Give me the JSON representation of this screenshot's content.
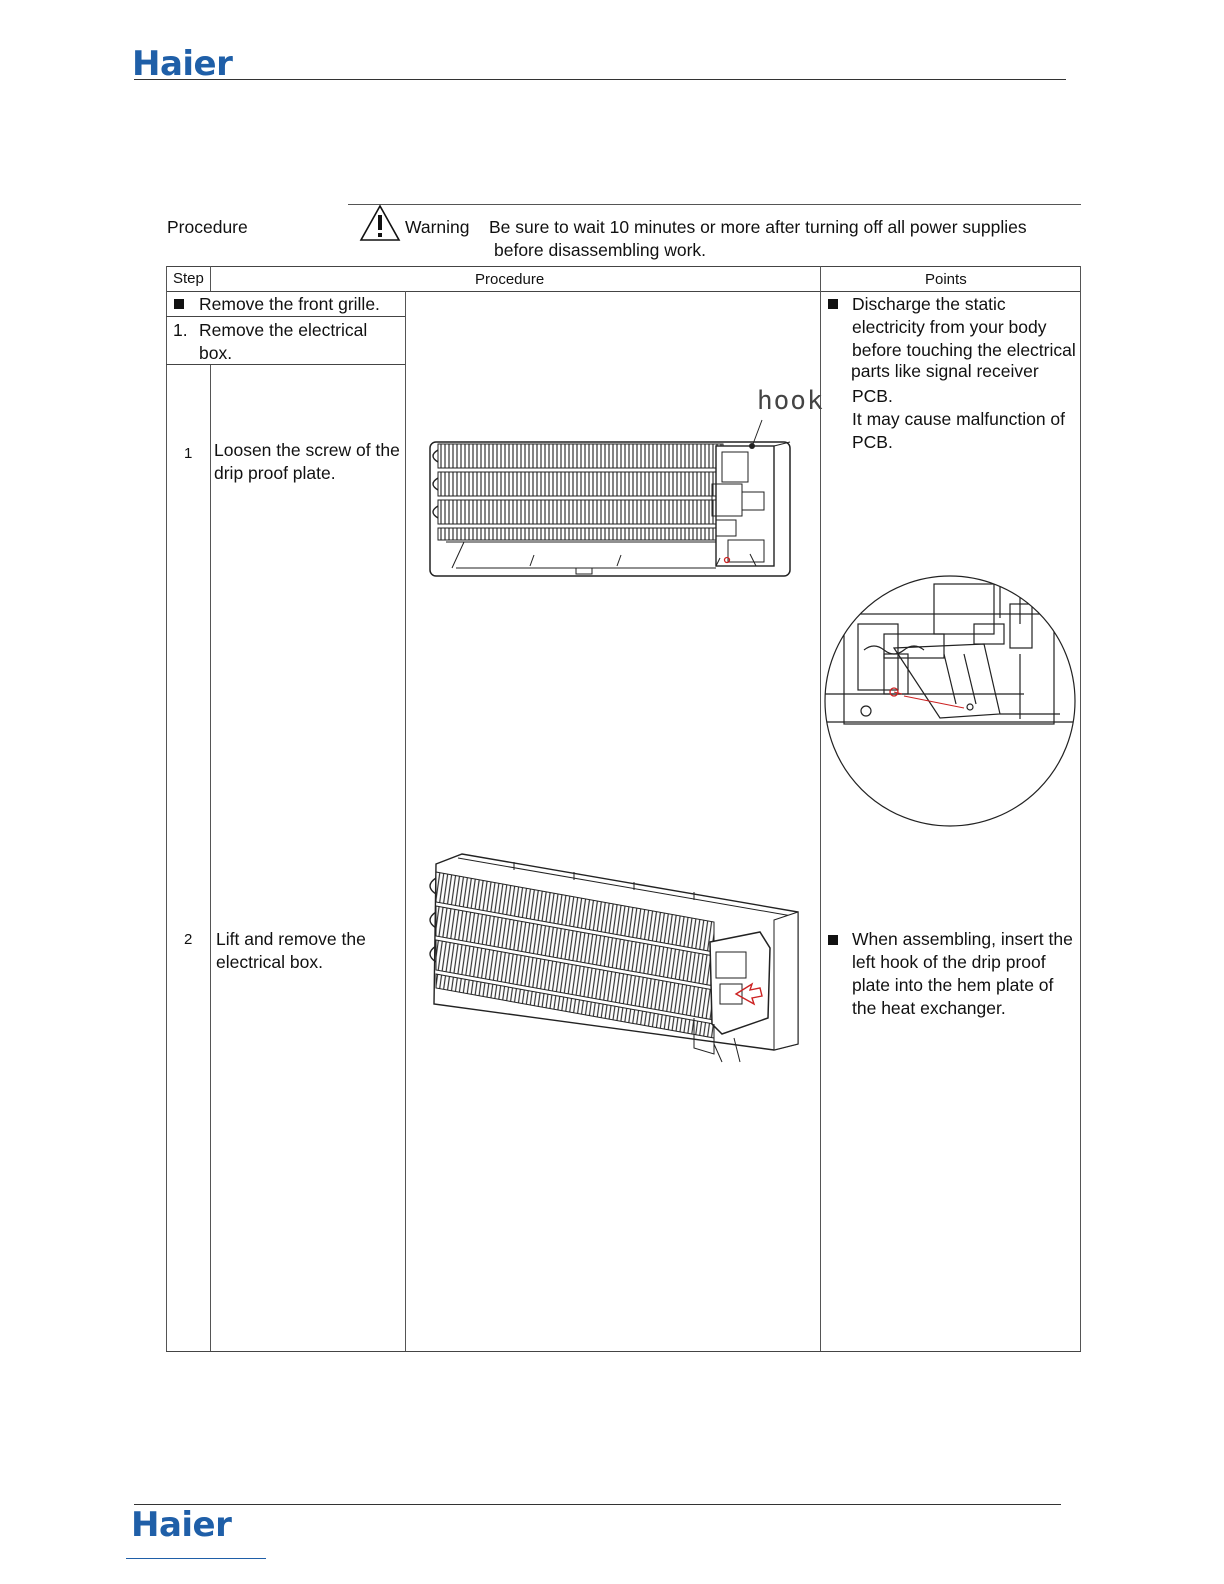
{
  "header": {
    "logo_text": "Haier"
  },
  "footer": {
    "logo_text": "Haier"
  },
  "intro": {
    "label": "Procedure",
    "warning_label": "Warning",
    "warning_line1": "Be sure to wait 10 minutes or more after turning off all power supplies",
    "warning_line2": "before disassembling work."
  },
  "table": {
    "headers": {
      "step": "Step",
      "procedure": "Procedure",
      "points": "Points"
    },
    "task_front_grille": "Remove the front grille.",
    "task_electrical_num": "1.",
    "task_electrical_line1": "Remove the electrical",
    "task_electrical_line2": "box.",
    "steps": [
      {
        "number": "1",
        "line1": "Loosen the screw of the",
        "line2": "drip proof plate."
      },
      {
        "number": "2",
        "line1": "Lift and remove the",
        "line2": "electrical box."
      }
    ],
    "figure_label_hook": "hook",
    "points": [
      {
        "lines": [
          "Discharge the static",
          "electricity from your body",
          "before touching the electrical",
          "parts like signal receiver",
          "PCB.",
          "It may cause malfunction of",
          "PCB."
        ]
      },
      {
        "lines": [
          "When assembling, insert the",
          "left hook of the drip proof",
          "plate into the hem plate of",
          "the heat exchanger."
        ]
      }
    ]
  },
  "colors": {
    "brand": "#1f5fa8",
    "accent_red": "#cc2222"
  }
}
